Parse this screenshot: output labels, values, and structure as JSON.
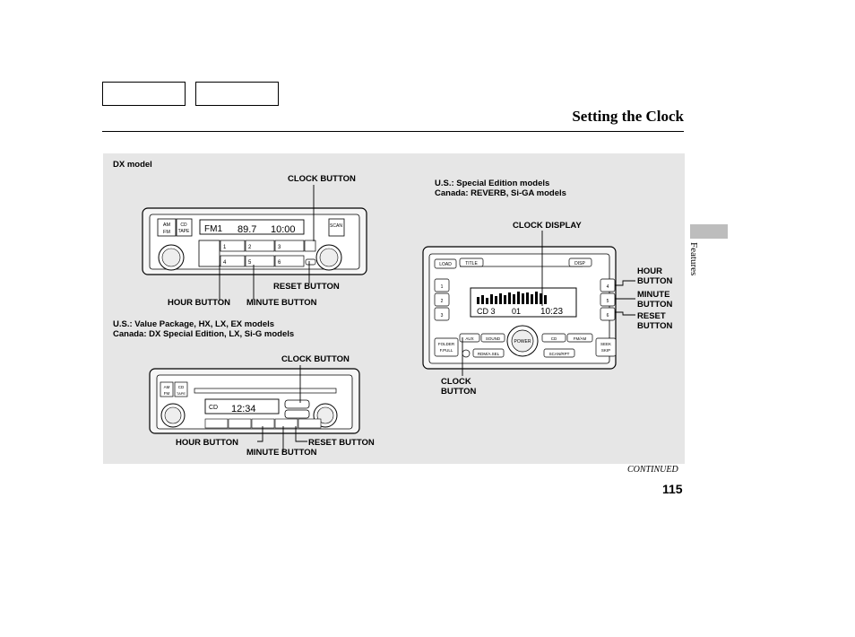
{
  "page": {
    "title": "Setting the Clock",
    "side_tab": "Features",
    "continued": "CONTINUED",
    "page_number": "115"
  },
  "panel": {
    "dx_model": "DX model",
    "top_right_heading_1": "U.S.: Special Edition models",
    "top_right_heading_2": "Canada: REVERB, Si-GA models",
    "middle_heading_1": "U.S.: Value Package, HX, LX, EX models",
    "middle_heading_2": "Canada: DX Special Edition, LX, Si-G models",
    "labels": {
      "clock_button": "CLOCK BUTTON",
      "reset_button": "RESET BUTTON",
      "hour_button": "HOUR BUTTON",
      "minute_button": "MINUTE BUTTON",
      "clock_display": "CLOCK DISPLAY",
      "hour_button_stacked": "HOUR BUTTON",
      "minute_button_stacked": "MINUTE BUTTON",
      "reset_button_stacked": "RESET BUTTON",
      "clock_button_stacked": "CLOCK BUTTON"
    }
  },
  "radio_dx": {
    "display_band": "FM1",
    "display_freq": "89.7",
    "display_time": "10:00",
    "band_am": "AM",
    "band_fm": "FM",
    "band_cd": "CD",
    "band_tape": "TAPE",
    "scan": "SCAN",
    "presets": [
      "1",
      "2",
      "3",
      "4",
      "5",
      "6"
    ]
  },
  "radio_value": {
    "display_src": "CD",
    "display_time": "12:34",
    "band_am": "AM",
    "band_fm": "FM",
    "band_cd": "CD",
    "band_tape": "TAPE"
  },
  "radio_special": {
    "display_src": "CD 3",
    "display_track": "01",
    "display_time": "10:23",
    "btn_load": "LOAD",
    "btn_title": "TITLE",
    "btn_disp": "DISP",
    "btn_aux": "AUX",
    "btn_sound": "SOUND",
    "btn_cd": "CD",
    "btn_fmam": "FM/AM",
    "btn_rdm": "RDM/A.SEL",
    "btn_scan": "SCAN/RPT",
    "btn_power": "POWER",
    "btn_folder": "FOLDER",
    "btn_fpull": "F.PULL",
    "btn_seek": "SEEK",
    "btn_skip": "SKIP",
    "presets": [
      "1",
      "2",
      "3",
      "4",
      "5",
      "6"
    ]
  }
}
